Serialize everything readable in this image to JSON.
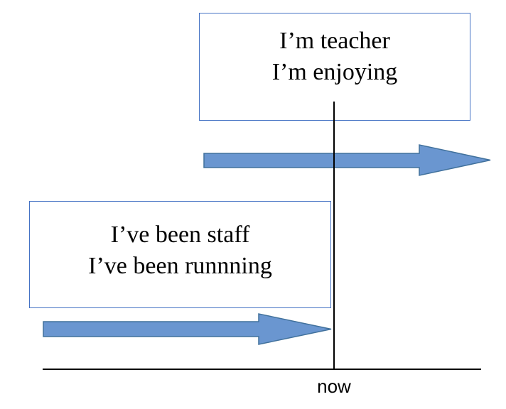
{
  "top_box": {
    "line1": "I’m teacher",
    "line2": "I’m enjoying"
  },
  "bottom_box": {
    "line1": "I’ve been staff",
    "line2": "I’ve been runnning"
  },
  "timeline": {
    "now_label": "now"
  },
  "colors": {
    "box_border": "#4472c4",
    "arrow_fill": "#6a96d0",
    "arrow_stroke": "#41719c",
    "line": "#000000"
  }
}
